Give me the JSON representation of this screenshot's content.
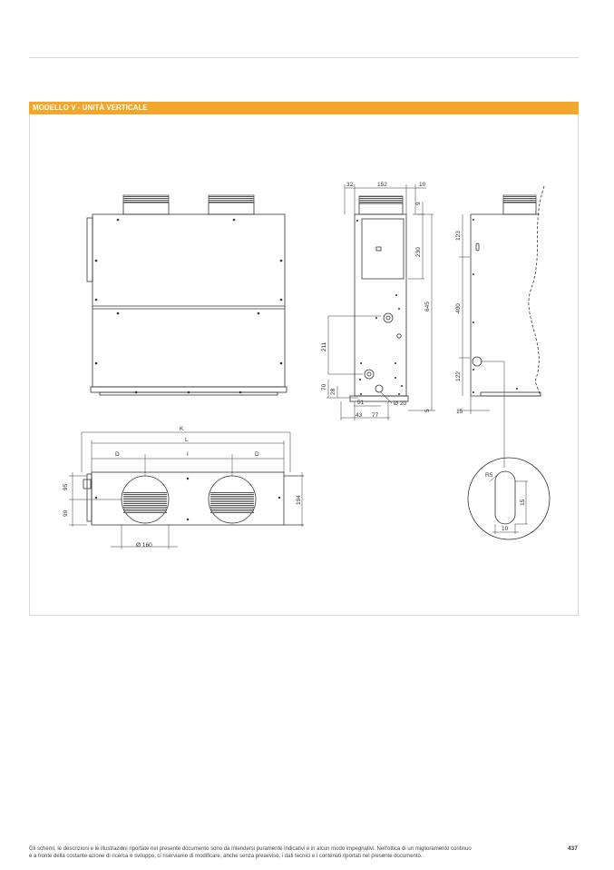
{
  "section": {
    "title": "MODELLO V - UNITÀ VERTICALE"
  },
  "dimensions": {
    "side_top_32": "32",
    "side_top_152": "152",
    "side_top_10": "10",
    "side_9": "9",
    "side_230": "230",
    "side_645": "645",
    "side_211": "211",
    "side_70": "70",
    "side_28": "28",
    "side_51": "51",
    "side_dia20": "Ø 20",
    "side_43": "43",
    "side_77": "77",
    "side_5": "5",
    "right_123": "123",
    "right_400": "400",
    "right_122": "122",
    "right_15": "15",
    "detail_r5": "R5",
    "detail_15": "15",
    "detail_10": "10",
    "plan_K": "K",
    "plan_L": "L",
    "plan_D1": "D",
    "plan_I": "I",
    "plan_D2": "D",
    "plan_95": "95",
    "plan_99": "99",
    "plan_194": "194",
    "plan_dia160": "Ø 160"
  },
  "footer": {
    "line1": "Gli schemi, le descrizioni e le illustrazioni riportate nel presente documento sono da intendersi puramente indicativi e in alcun modo impegnativi. Nell'ottica di un miglioramento continuo",
    "line2": "e a fronte della costante azione di ricerca e sviluppo, ci riserviamo di modificare, anche senza preavviso, i dati tecnici e i contenuti riportati nel presente documento.",
    "page_number": "437"
  },
  "colors": {
    "accent": "#f3a629",
    "line": "#333333",
    "panel_border": "#d9d9d9"
  }
}
